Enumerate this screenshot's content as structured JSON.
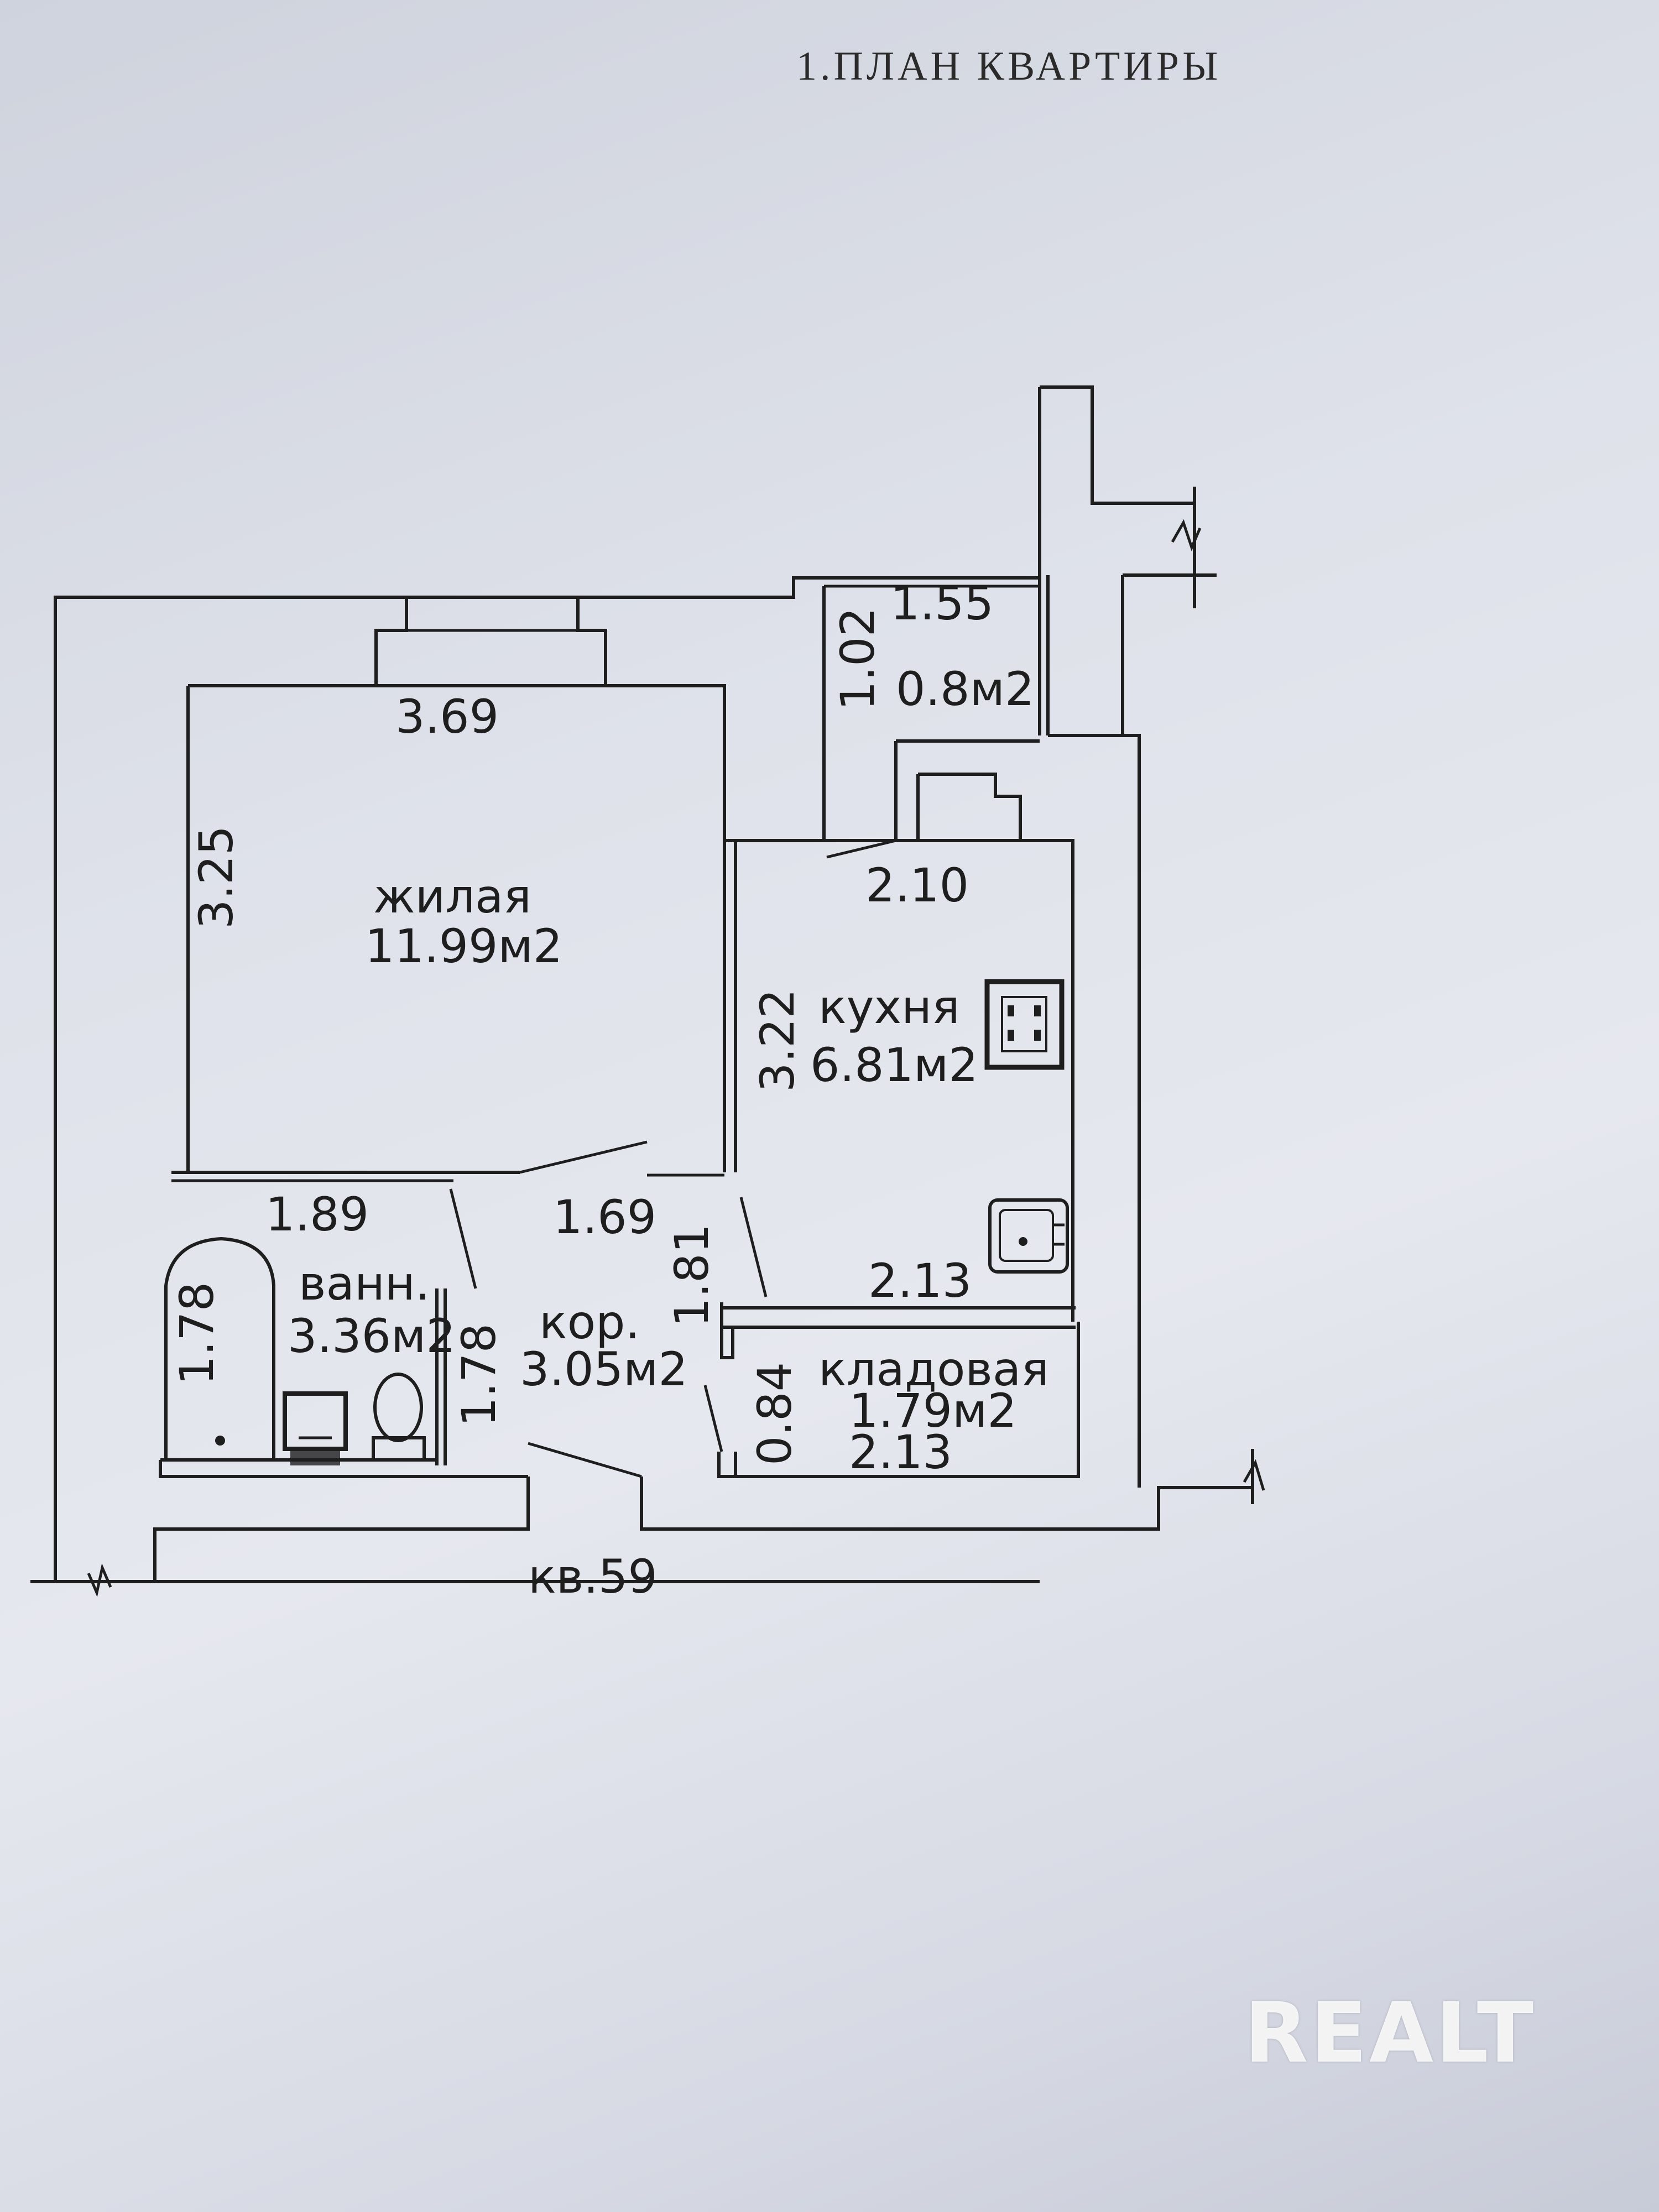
{
  "title": "1.ПЛАН КВАРТИРЫ",
  "apartment_label": "кв.59",
  "watermark": "REALT",
  "rooms": {
    "living": {
      "name": "жилая",
      "area": "11.99м2",
      "width": "3.69",
      "depth": "3.25"
    },
    "kitchen": {
      "name": "кухня",
      "area": "6.81м2",
      "width_top": "2.10",
      "width_bottom": "2.13",
      "depth": "3.22"
    },
    "balcony": {
      "area": "0.8м2",
      "width": "1.55",
      "depth": "1.02"
    },
    "bath": {
      "name": "ванн.",
      "area": "3.36м2",
      "width": "1.89",
      "depth_left": "1.78",
      "depth_right": "1.78"
    },
    "corridor": {
      "name": "кор.",
      "area": "3.05м2",
      "width": "1.69",
      "depth": "1.81"
    },
    "storage": {
      "name": "кладовая",
      "area": "1.79м2",
      "width": "2.13",
      "depth": "0.84"
    }
  },
  "colors": {
    "ink": "#1e1e1e",
    "paper": "#e3e5ec"
  }
}
